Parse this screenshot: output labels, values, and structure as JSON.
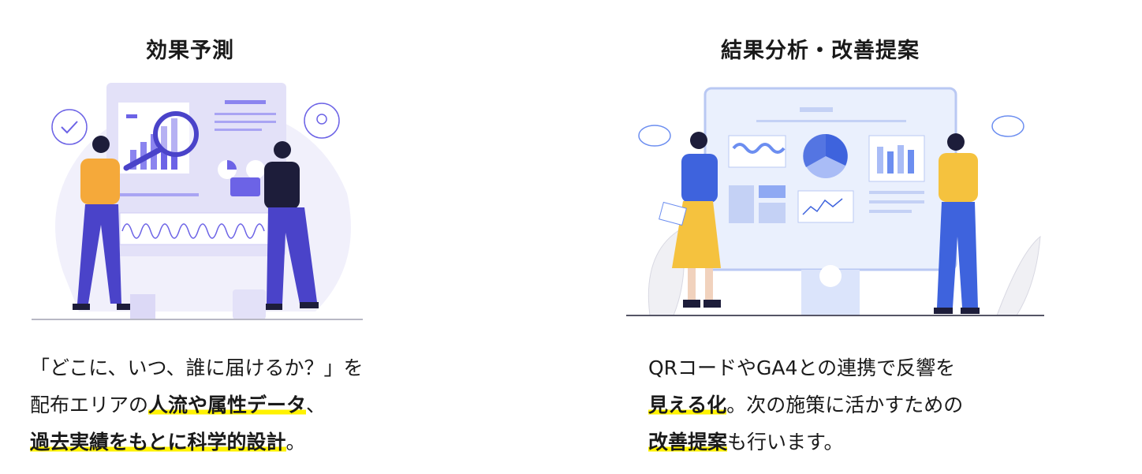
{
  "left": {
    "heading": "効果予測",
    "illustration_icon": "data-analysis-magnifier-illustration",
    "line1": "「どこに、いつ、誰に届けるか？」を",
    "line2_pre": "配布エリアの",
    "line2_hl": "人流や属性データ",
    "line2_post": "、",
    "line3_hl": "過去実績をもとに科学的設計",
    "line3_post": "。"
  },
  "right": {
    "heading": "結果分析・改善提案",
    "illustration_icon": "dashboard-monitor-illustration",
    "line1": "QRコードやGA4との連携で反響を",
    "line2_hl": "見える化",
    "line2_post": "。次の施策に活かすための",
    "line3_hl": "改善提案",
    "line3_post": "も行います。"
  },
  "colors": {
    "highlight": "#fff200",
    "accent_purple": "#6c63e6",
    "accent_blue": "#3e63dd",
    "accent_yellow": "#f5c23e"
  }
}
